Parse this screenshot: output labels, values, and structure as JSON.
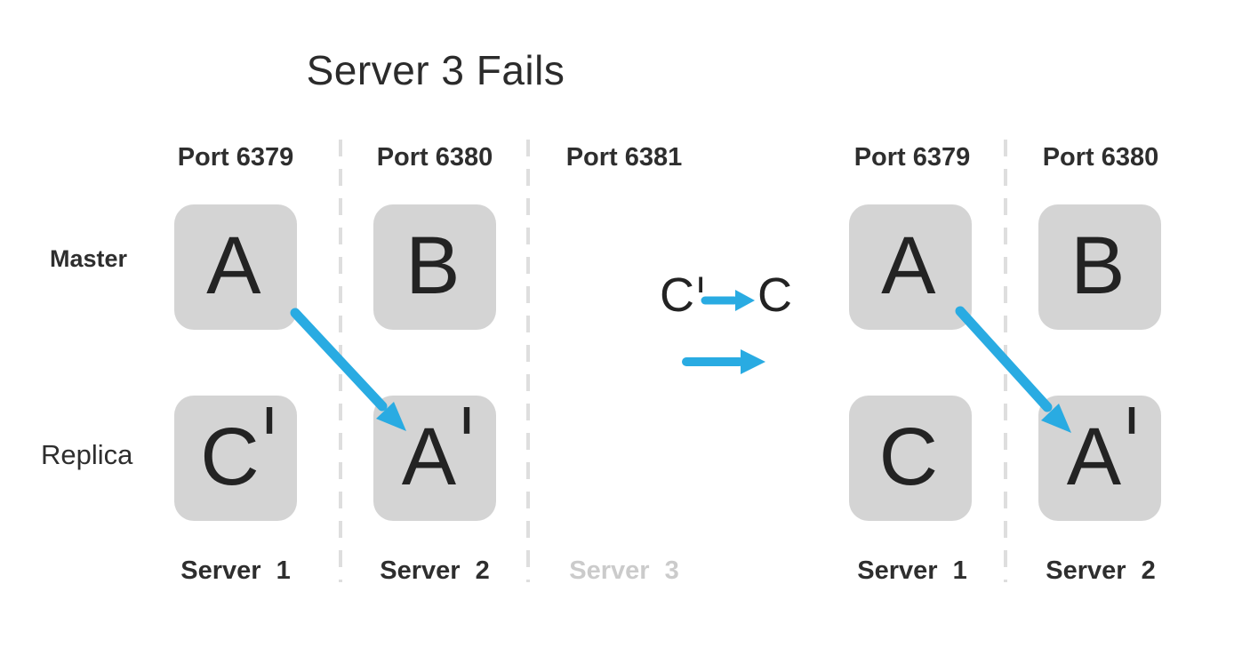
{
  "title": "Server 3 Fails",
  "colors": {
    "arrow": "#29abe2",
    "box_fill": "#d4d4d4",
    "text_dark": "#2e2e2e",
    "muted_label": "#cbcbcb"
  },
  "row_labels": {
    "master": "Master",
    "replica": "Replica"
  },
  "left_cluster": {
    "columns": [
      {
        "port": "Port 6379",
        "server": "Server 1",
        "master": {
          "letter": "A",
          "sup": ""
        },
        "replica": {
          "letter": "C",
          "sup": "|"
        }
      },
      {
        "port": "Port 6380",
        "server": "Server 2",
        "master": {
          "letter": "B",
          "sup": ""
        },
        "replica": {
          "letter": "A",
          "sup": "|"
        }
      },
      {
        "port": "Port 6381",
        "server": "Server 3",
        "failed": true
      }
    ]
  },
  "transition": {
    "from": {
      "letter": "C",
      "sup": "|"
    },
    "to": {
      "letter": "C",
      "sup": ""
    }
  },
  "right_cluster": {
    "columns": [
      {
        "port": "Port 6379",
        "server": "Server 1",
        "master": {
          "letter": "A",
          "sup": ""
        },
        "replica": {
          "letter": "C",
          "sup": ""
        }
      },
      {
        "port": "Port 6380",
        "server": "Server 2",
        "master": {
          "letter": "B",
          "sup": ""
        },
        "replica": {
          "letter": "A",
          "sup": "|"
        }
      }
    ]
  }
}
